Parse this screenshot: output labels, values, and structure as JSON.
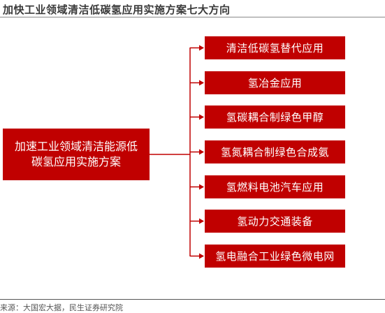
{
  "title": "加快工业领域清洁低碳氢应用实施方案七大方向",
  "center": "加速工业领域清洁能源低碳氢应用实施方案",
  "branches": [
    "清洁低碳氢替代应用",
    "氢冶金应用",
    "氢碳耦合制绿色甲醇",
    "氢氮耦合制绿色合成氨",
    "氢燃料电池汽车应用",
    "氢动力交通装备",
    "氢电融合工业绿色微电网"
  ],
  "source": "来源：大国宏大据，民生证券研究院",
  "colors": {
    "box": "#c00000",
    "line": "#c00000"
  }
}
